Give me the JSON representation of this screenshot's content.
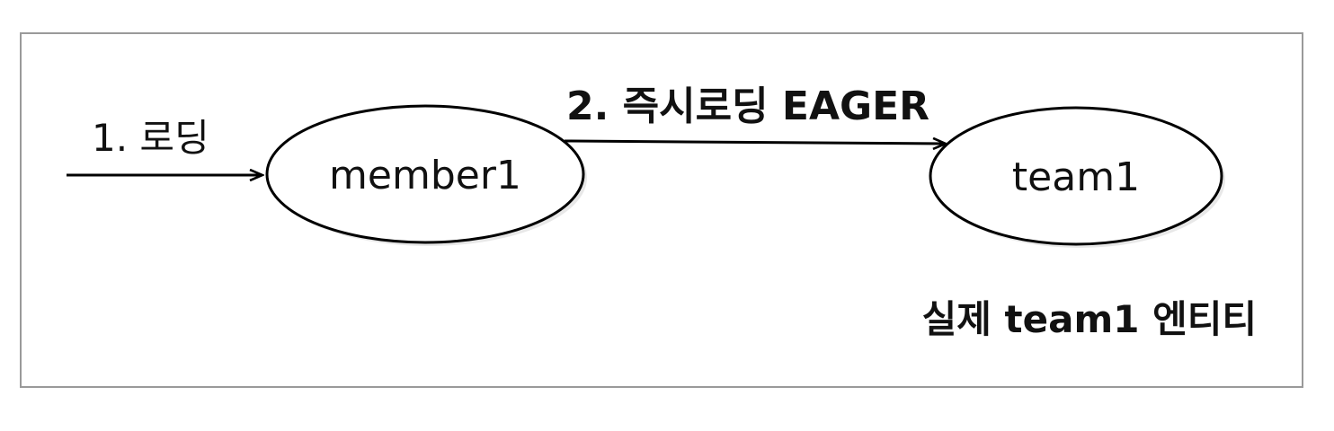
{
  "diagram": {
    "step1_label": "1. 로딩",
    "step2_label": "2. 즉시로딩 EAGER",
    "node_member": "member1",
    "node_team": "team1",
    "caption": "실제 team1 엔티티"
  }
}
